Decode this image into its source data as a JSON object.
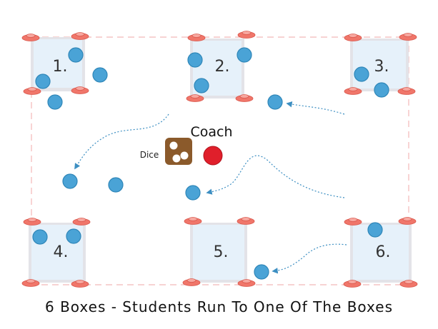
{
  "diagram": {
    "caption": "6 Boxes - Students Run To One Of The Boxes",
    "coach_label": "Coach",
    "dice_label": "Dice",
    "boxes": [
      {
        "label": "1."
      },
      {
        "label": "2."
      },
      {
        "label": "3."
      },
      {
        "label": "4."
      },
      {
        "label": "5."
      },
      {
        "label": "6."
      }
    ],
    "colors": {
      "player": "#4aa3d6",
      "player_stroke": "#2f86b8",
      "cone": "#f0766a",
      "box_fill": "#e6f1fa",
      "box_shadow": "#e3e3e8",
      "coach": "#e01f2b",
      "dice": "#8b5a2b",
      "boundary": "#f2b7b7",
      "arrow": "#3d8fc2"
    }
  }
}
